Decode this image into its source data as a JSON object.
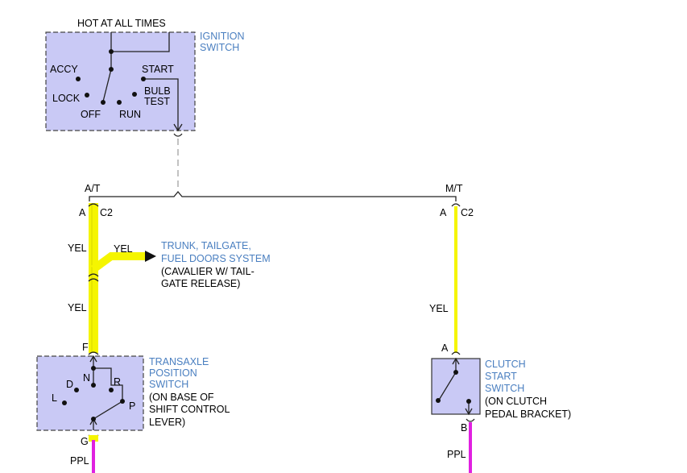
{
  "ignition": {
    "hot_label": "HOT AT ALL TIMES",
    "name_line1": "IGNITION",
    "name_line2": "SWITCH",
    "accy": "ACCY",
    "lock": "LOCK",
    "off": "OFF",
    "run": "RUN",
    "start": "START",
    "bulb_line1": "BULB",
    "bulb_line2": "TEST"
  },
  "bus": {
    "at_label": "A/T",
    "mt_label": "M/T"
  },
  "left_circuit": {
    "pin_a": "A",
    "conn_c2": "C2",
    "yel_upper": "YEL",
    "yel_branch": "YEL",
    "yel_lower": "YEL",
    "pin_f": "F",
    "pin_g": "G",
    "ppl": "PPL",
    "trunk_line1": "TRUNK, TAILGATE,",
    "trunk_line2": "FUEL DOORS SYSTEM",
    "trunk_note1": "(CAVALIER W/ TAIL-",
    "trunk_note2": "GATE RELEASE)"
  },
  "transaxle": {
    "name_line1": "TRANSAXLE",
    "name_line2": "POSITION",
    "name_line3": "SWITCH",
    "note_line1": "(ON BASE OF",
    "note_line2": "SHIFT CONTROL",
    "note_line3": "LEVER)",
    "pos_d": "D",
    "pos_n": "N",
    "pos_r": "R",
    "pos_l": "L",
    "pos_p": "P"
  },
  "right_circuit": {
    "pin_a": "A",
    "conn_c2": "C2",
    "yel": "YEL",
    "pin_a2": "A",
    "pin_b": "B",
    "ppl": "PPL"
  },
  "clutch": {
    "name_line1": "CLUTCH",
    "name_line2": "START",
    "name_line3": "SWITCH",
    "note_line1": "(ON CLUTCH",
    "note_line2": "PEDAL BRACKET)"
  },
  "colors": {
    "box_fill": "#c9c9f5",
    "yellow_wire": "#f5f500",
    "purple_wire": "#e020e0",
    "blue_text": "#4a7fc0"
  }
}
